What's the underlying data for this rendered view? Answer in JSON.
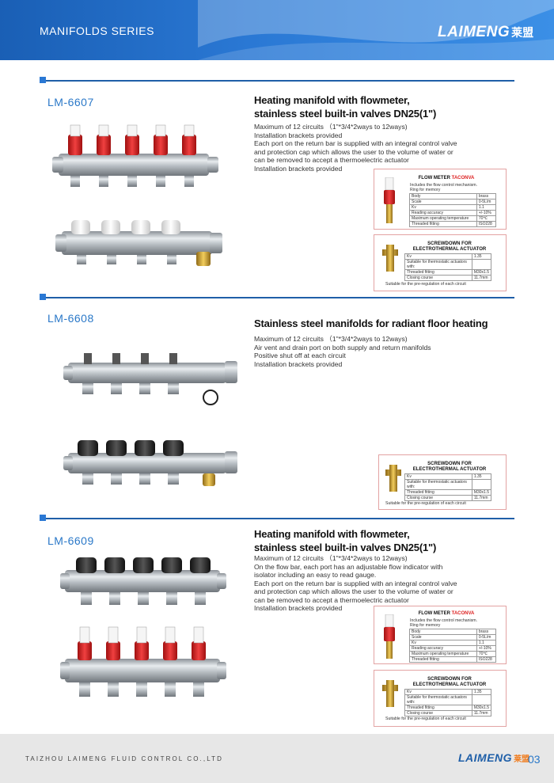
{
  "header": {
    "series": "MANIFOLDS SERIES",
    "logo_text": "LAIMENG",
    "logo_cn": "莱盟"
  },
  "colors": {
    "brand_blue": "#1f5fa8",
    "accent_red": "#d22222",
    "logo_orange": "#f07a1a"
  },
  "spec_flowmeter": {
    "title_prefix": "FLOW METER ",
    "title_brand": "TACONVA",
    "note": "Includes the flow control mechanism. Ring for memory",
    "rows": [
      [
        "Body",
        "brass"
      ],
      [
        "Scale",
        "0-5L/m"
      ],
      [
        "Kv",
        "1.1"
      ],
      [
        "Reading accuracy",
        "+/-10%"
      ],
      [
        "Maximum operating temperature",
        "70℃"
      ],
      [
        "Threaded fitting",
        "ISO228"
      ]
    ]
  },
  "spec_screwdown": {
    "title": "SCREWDOWN FOR ELECTROTHERMAL ACTUATOR",
    "rows": [
      [
        "Kv",
        "1.35"
      ],
      [
        "Suitable for thermostatic actuators with:",
        ""
      ],
      [
        "Threaded fitting",
        "M30x1.5"
      ],
      [
        "Closing course",
        "11.7mm"
      ]
    ],
    "footer": "Suitable for the pre-regulation of each circuit"
  },
  "products": [
    {
      "model": "LM-6607",
      "title_lines": [
        "Heating manifold with flowmeter,",
        "stainless steel built-in valves DN25(1\")"
      ],
      "desc": [
        "Maximum of 12 circuits （1\"*3/4*2ways to 12ways)",
        "Installation brackets provided",
        "Each port on the return bar is supplied with an integral control valve",
        "and protection cap which allows the user to the volume of water or",
        "can be removed to accept a thermoelectric actuator",
        "Installation brackets provided"
      ]
    },
    {
      "model": "LM-6608",
      "title_lines": [
        "Stainless steel manifolds for radiant floor heating"
      ],
      "desc": [
        "Maximum of 12 circuits （1\"*3/4*2ways to 12ways)",
        "Air vent and drain port on both supply and return manifolds",
        "Positive shut off at each circuit",
        "Installation brackets provided"
      ]
    },
    {
      "model": "LM-6609",
      "title_lines": [
        "Heating manifold with flowmeter,",
        " stainless steel built-in valves DN25(1\")"
      ],
      "desc": [
        "Maximum of 12 circuits （1\"*3/4*2ways to 12ways)",
        "On the flow bar, each port has an adjustable flow indicator with",
        "isolator including an easy to read gauge.",
        "Each port on the return bar is supplied with an integral control valve",
        "and protection cap which allows the user to the volume of water or",
        "can be removed to accept a thermoelectric actuator",
        "Installation brackets provided"
      ]
    }
  ],
  "footer": {
    "company": "TAIZHOU LAIMENG FLUID CONTROL CO.,LTD",
    "page": "03"
  }
}
